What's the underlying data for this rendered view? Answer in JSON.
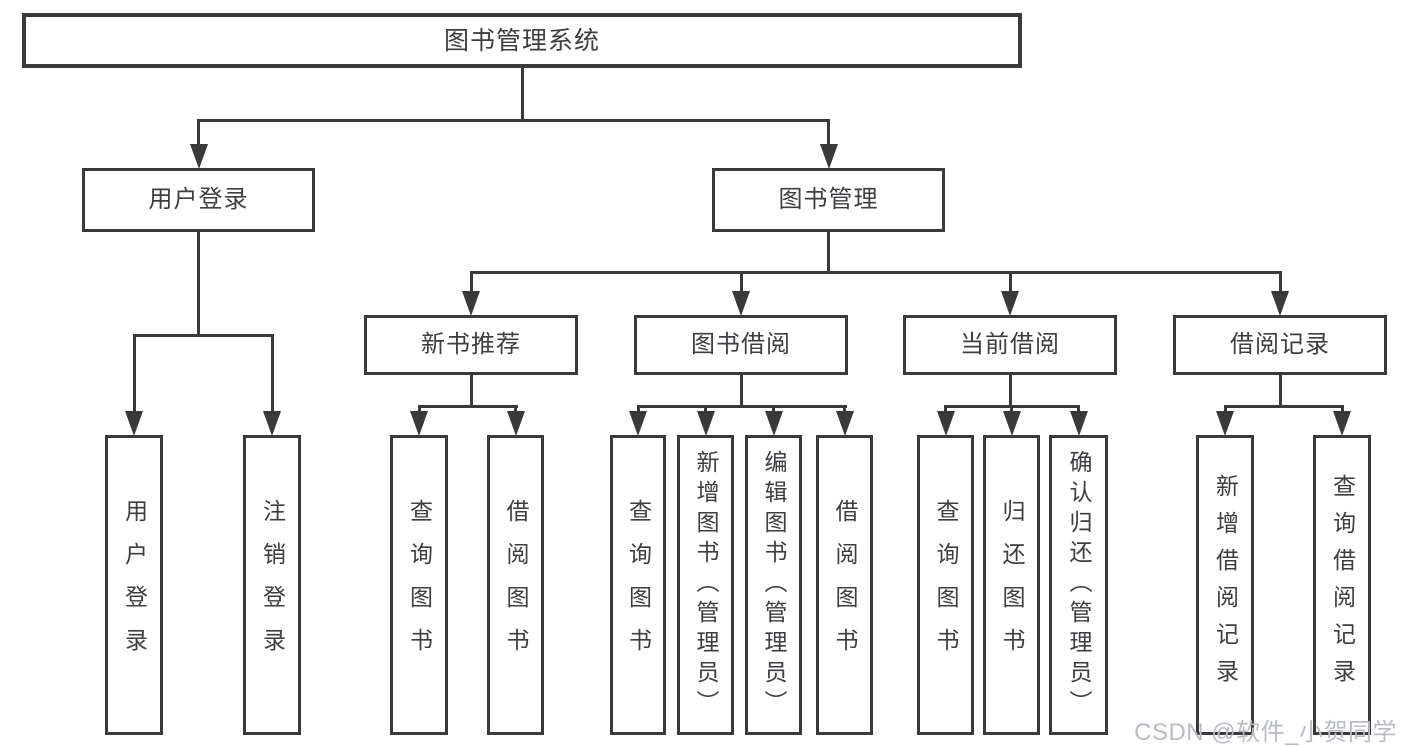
{
  "diagram": {
    "title": "图书管理系统",
    "watermark": "CSDN @软件_小贺同学",
    "colors": {
      "line": "#3a3a3a",
      "text": "#3e3e42",
      "watermark": "#b9bcc4",
      "background": "#ffffff"
    },
    "nodes": [
      {
        "id": "root",
        "label": "图书管理系统",
        "orient": "horizontal",
        "level": 1
      },
      {
        "id": "user-login",
        "label": "用户登录",
        "orient": "horizontal",
        "level": 2
      },
      {
        "id": "book-mgmt",
        "label": "图书管理",
        "orient": "horizontal",
        "level": 2
      },
      {
        "id": "new-book-rec",
        "label": "新书推荐",
        "orient": "horizontal",
        "level": 3
      },
      {
        "id": "book-borrow",
        "label": "图书借阅",
        "orient": "horizontal",
        "level": 3
      },
      {
        "id": "current-borrow",
        "label": "当前借阅",
        "orient": "horizontal",
        "level": 3
      },
      {
        "id": "borrow-records",
        "label": "借阅记录",
        "orient": "horizontal",
        "level": 3
      },
      {
        "id": "v-user-login",
        "label": "用户登录",
        "orient": "vertical",
        "level": 4
      },
      {
        "id": "v-logout",
        "label": "注销登录",
        "orient": "vertical",
        "level": 4
      },
      {
        "id": "v-query-book-1",
        "label": "查询图书",
        "orient": "vertical",
        "level": 4
      },
      {
        "id": "v-borrow-book-1",
        "label": "借阅图书",
        "orient": "vertical",
        "level": 4
      },
      {
        "id": "v-query-book-2",
        "label": "查询图书",
        "orient": "vertical",
        "level": 4
      },
      {
        "id": "v-add-book",
        "label": "新增图书（管理员）",
        "orient": "vertical",
        "level": 4
      },
      {
        "id": "v-edit-book",
        "label": "编辑图书（管理员）",
        "orient": "vertical",
        "level": 4
      },
      {
        "id": "v-borrow-book-2",
        "label": "借阅图书",
        "orient": "vertical",
        "level": 4
      },
      {
        "id": "v-query-book-3",
        "label": "查询图书",
        "orient": "vertical",
        "level": 4
      },
      {
        "id": "v-return-book",
        "label": "归还图书",
        "orient": "vertical",
        "level": 4
      },
      {
        "id": "v-confirm-return",
        "label": "确认归还（管理员）",
        "orient": "vertical",
        "level": 4
      },
      {
        "id": "v-add-borrow-record",
        "label": "新增借阅记录",
        "orient": "vertical",
        "level": 4
      },
      {
        "id": "v-query-borrow-record",
        "label": "查询借阅记录",
        "orient": "vertical",
        "level": 4
      }
    ],
    "hierarchy": [
      {
        "parent": "root",
        "children": [
          "user-login",
          "book-mgmt"
        ]
      },
      {
        "parent": "user-login",
        "children": [
          "v-user-login",
          "v-logout"
        ]
      },
      {
        "parent": "book-mgmt",
        "children": [
          "new-book-rec",
          "book-borrow",
          "current-borrow",
          "borrow-records"
        ]
      },
      {
        "parent": "new-book-rec",
        "children": [
          "v-query-book-1",
          "v-borrow-book-1"
        ]
      },
      {
        "parent": "book-borrow",
        "children": [
          "v-query-book-2",
          "v-add-book",
          "v-edit-book",
          "v-borrow-book-2"
        ]
      },
      {
        "parent": "current-borrow",
        "children": [
          "v-query-book-3",
          "v-return-book",
          "v-confirm-return"
        ]
      },
      {
        "parent": "borrow-records",
        "children": [
          "v-add-borrow-record",
          "v-query-borrow-record"
        ]
      }
    ]
  }
}
